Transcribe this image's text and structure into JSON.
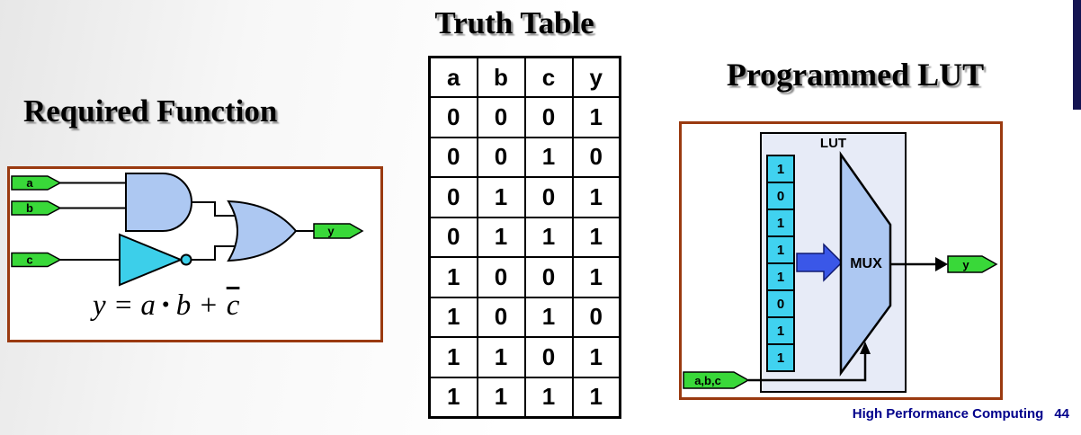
{
  "slide": {
    "footer": {
      "text": "High Performance Computing",
      "page": "44"
    }
  },
  "required_function": {
    "title": "Required Function",
    "input_a": "a",
    "input_b": "b",
    "input_c": "c",
    "output": "y",
    "equation": {
      "lhs": "y = a",
      "dot": "•",
      "mid": "b +",
      "cbar": "c"
    }
  },
  "truth_table": {
    "title": "Truth Table",
    "headers": [
      "a",
      "b",
      "c",
      "y"
    ],
    "rows": [
      [
        "0",
        "0",
        "0",
        "1"
      ],
      [
        "0",
        "0",
        "1",
        "0"
      ],
      [
        "0",
        "1",
        "0",
        "1"
      ],
      [
        "0",
        "1",
        "1",
        "1"
      ],
      [
        "1",
        "0",
        "0",
        "1"
      ],
      [
        "1",
        "0",
        "1",
        "0"
      ],
      [
        "1",
        "1",
        "0",
        "1"
      ],
      [
        "1",
        "1",
        "1",
        "1"
      ]
    ]
  },
  "programmed_lut": {
    "title": "Programmed LUT",
    "lut_label": "LUT",
    "mux_label": "MUX",
    "cells": [
      "1",
      "0",
      "1",
      "1",
      "1",
      "0",
      "1",
      "1"
    ],
    "input_label": "a,b,c",
    "output_label": "y"
  },
  "colors": {
    "box_border": "#9a3a10",
    "flag_green": "#39d839",
    "gate_blue": "#adc8f2",
    "cyan": "#3ccfea",
    "program_arrow_blue": "#3a57e8",
    "lut_panel": "#e7ebf7",
    "footer_blue": "#00008b"
  }
}
